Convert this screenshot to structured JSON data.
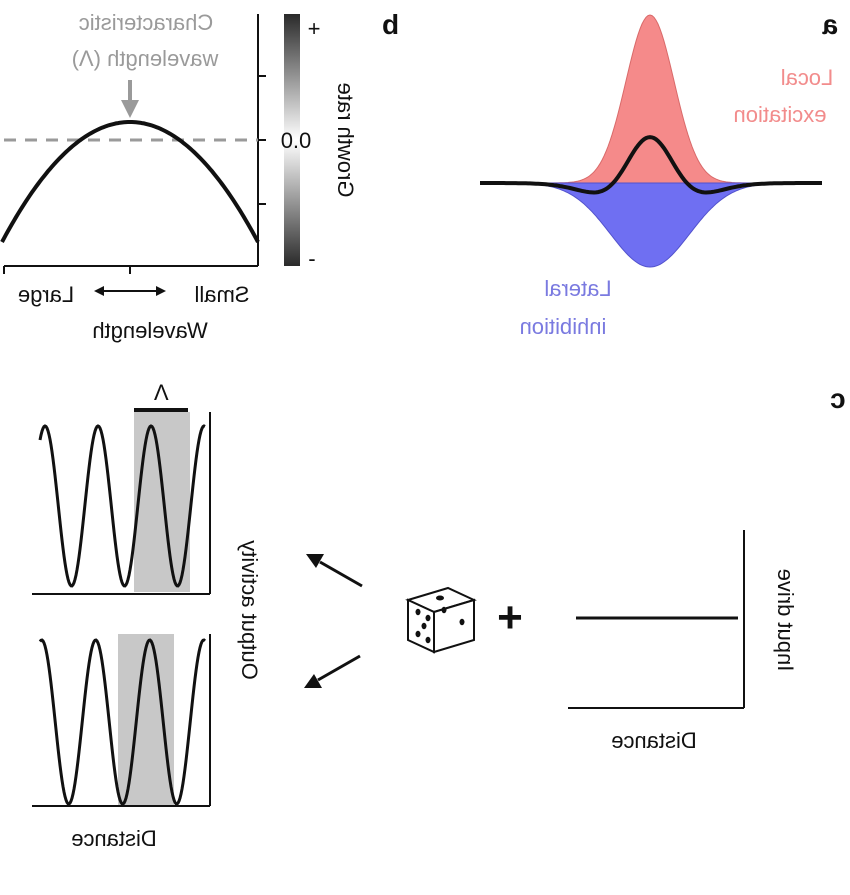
{
  "panels": {
    "a": {
      "letter": "a",
      "local_excitation": [
        "Local",
        "excitation"
      ],
      "lateral_inhibition": [
        "Lateral",
        "inhibition"
      ],
      "colors": {
        "excitation": "#f58a8a",
        "inhibition": "#6f6ff2",
        "curve": "#111111"
      }
    },
    "b": {
      "letter": "b",
      "char_wavelength": [
        "Characteristic",
        "wavelength (Λ)"
      ],
      "y_label": "Growth rate",
      "zero_tick": "0.0",
      "plus": "+",
      "minus": "-",
      "x_left": "Large",
      "x_right": "Small",
      "x_label": "Wavelength"
    },
    "c": {
      "letter": "c",
      "lambda": "Λ",
      "output_label": "Output activity",
      "input_label": "Input drive",
      "distance_bottom": "Distance",
      "distance_right": "Distance",
      "plus": "+",
      "shade_color": "#c8c8c8"
    }
  }
}
